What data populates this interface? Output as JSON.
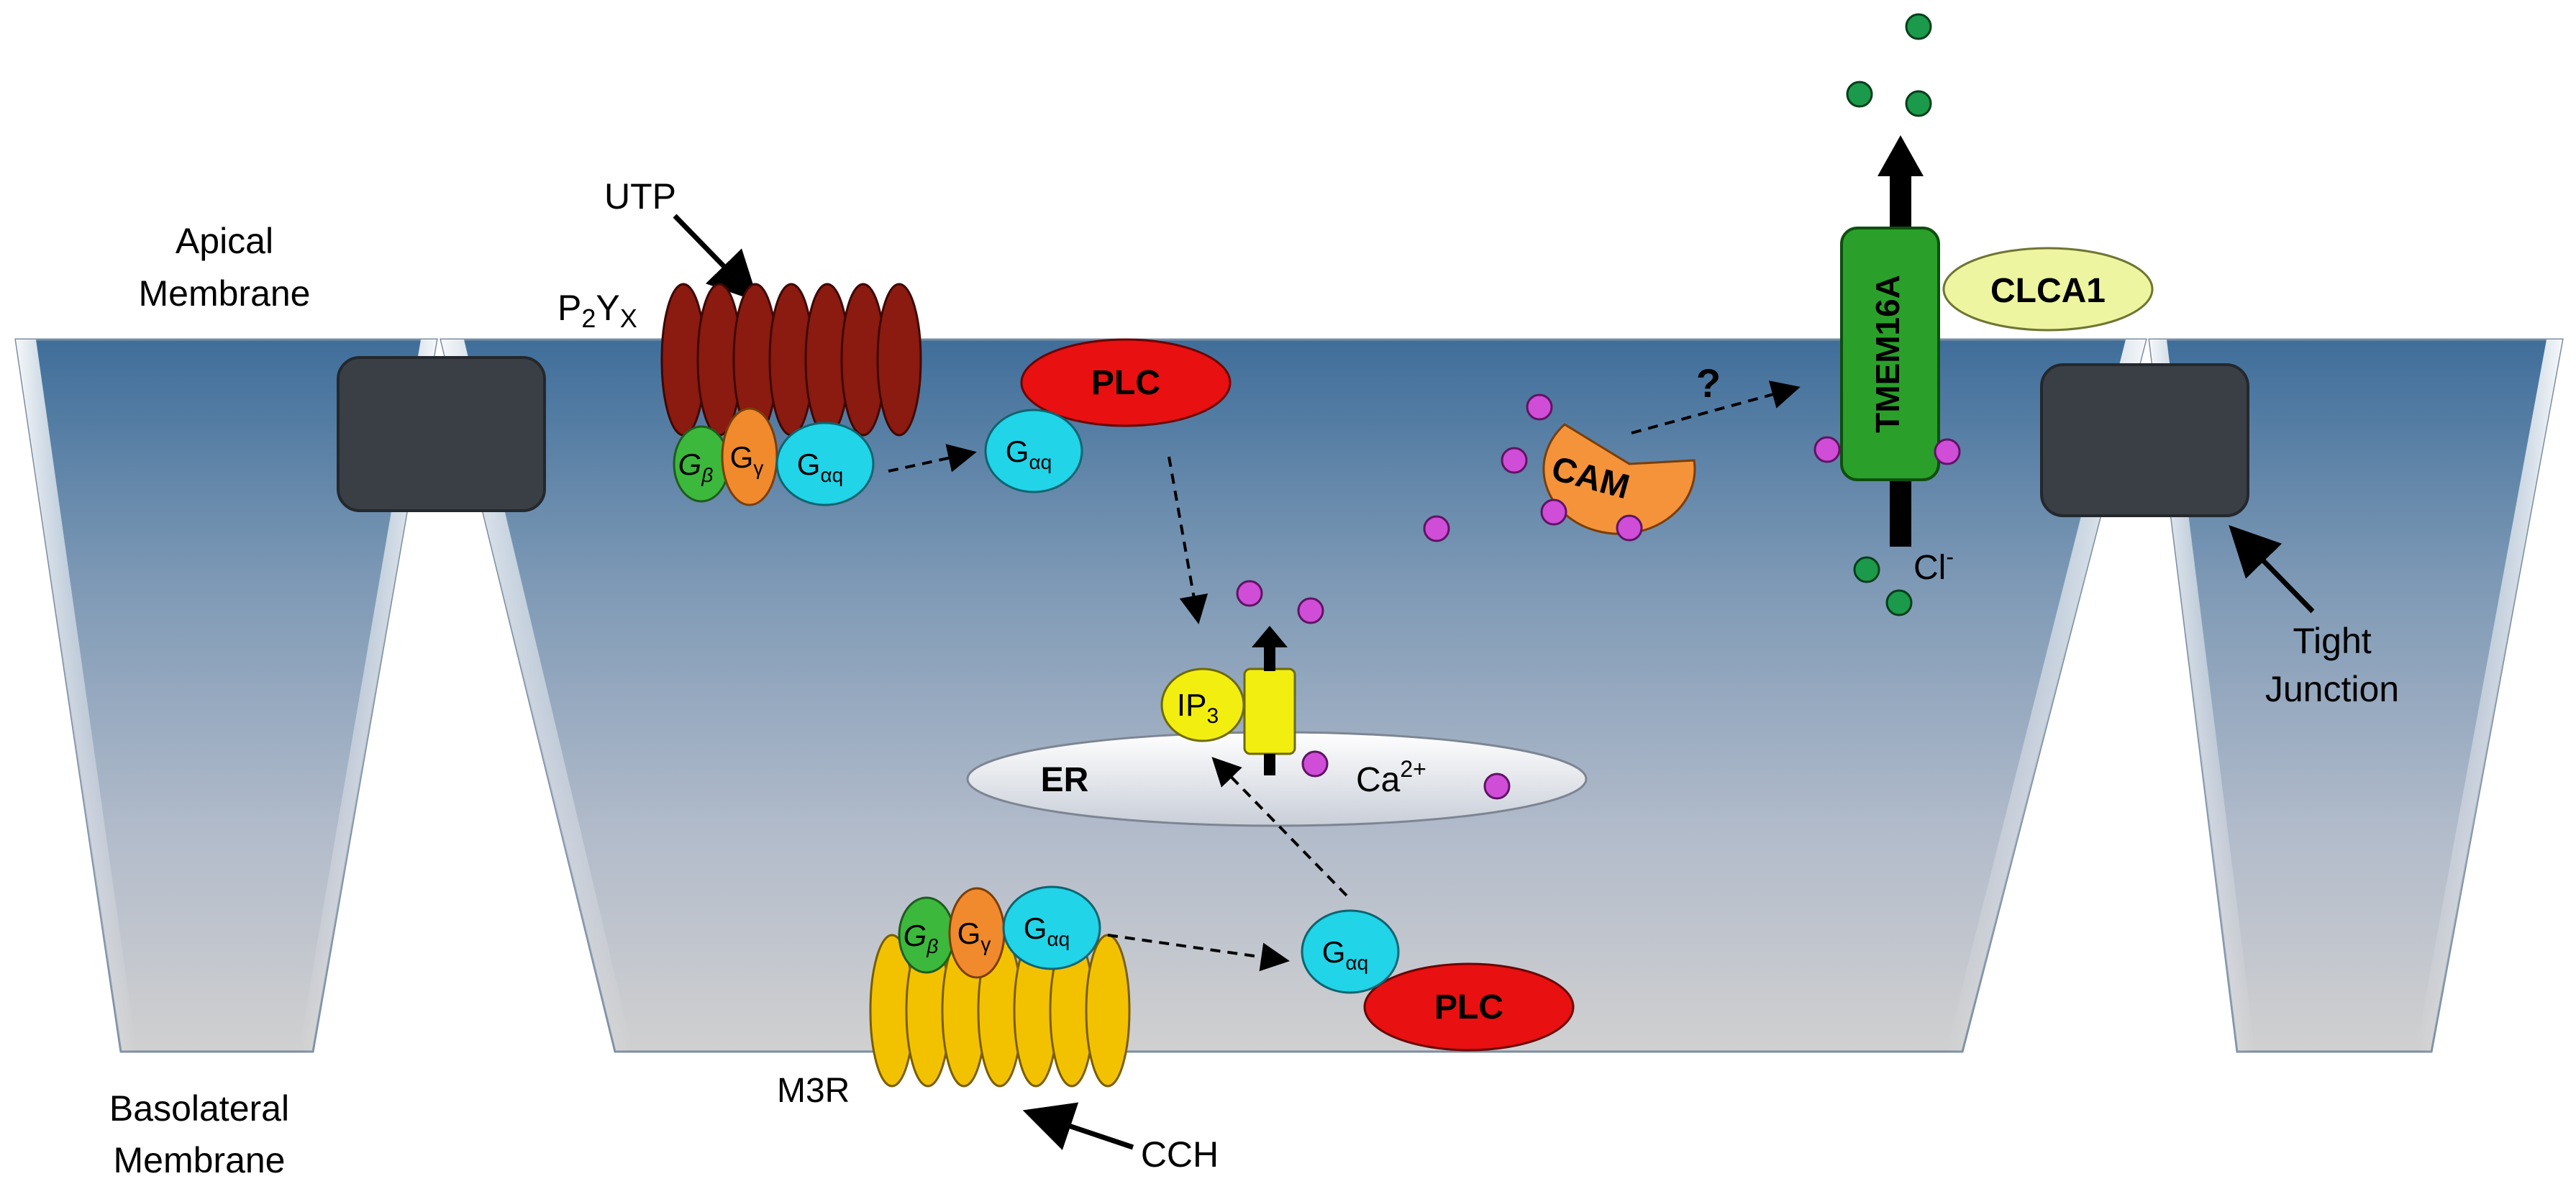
{
  "labels": {
    "apical_line1": "Apical",
    "apical_line2": "Membrane",
    "basolateral_line1": "Basolateral",
    "basolateral_line2": "Membrane",
    "tight_line1": "Tight",
    "tight_line2": "Junction",
    "utp": "UTP",
    "p2y_p": "P",
    "p2y_2": "2",
    "p2y_y": "Y",
    "p2y_x": "X",
    "cch": "CCH",
    "m3r": "M3R",
    "plc_top": "PLC",
    "plc_bottom": "PLC",
    "er": "ER",
    "ca_base": "Ca",
    "ca_sup": "2+",
    "ip3_base": "IP",
    "ip3_sub": "3",
    "cam": "CAM",
    "question": "?",
    "tmem": "TMEM16A",
    "clca1": "CLCA1",
    "cl_base": "Cl",
    "cl_sup": "-",
    "g_letter": "G",
    "sub_beta": "β",
    "sub_gamma": "γ",
    "sub_alphaq": "αq"
  },
  "colors": {
    "cell_top": "#3f6e9a",
    "cell_bottom": "#cfcfcf",
    "junction": "#3a3f46",
    "p2y": "#8b1a10",
    "m3r": "#f2c200",
    "g_beta": "#3cb83c",
    "g_gamma": "#f08a2c",
    "g_alpha": "#21d4e8",
    "plc": "#e81010",
    "cam": "#f5933a",
    "ca_ion": "#d04dd8",
    "cl_ion": "#1a9a4a",
    "tmem": "#2aa02a",
    "clca1": "#eef5a0",
    "ip3": "#f2ee10"
  }
}
